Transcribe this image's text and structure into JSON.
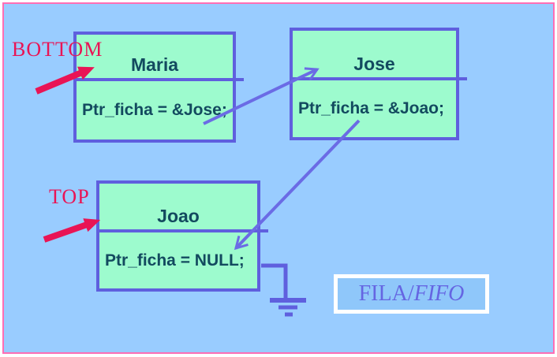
{
  "slide": {
    "labels": {
      "bottom": "BOTTOM",
      "top": "TOP"
    },
    "nodes": {
      "maria": {
        "title": "Maria",
        "pointer": "Ptr_ficha = &Jose;"
      },
      "jose": {
        "title": "Jose",
        "pointer": "Ptr_ficha = &Joao;"
      },
      "joao": {
        "title": "Joao",
        "pointer": "Ptr_ficha = NULL;"
      }
    },
    "caption": {
      "regular": "FILA/",
      "italic": "FIFO"
    },
    "colors": {
      "panel_background": "#99CCFF",
      "frame_pink": "#FF6EB4",
      "node_fill": "#9DFBCE",
      "node_border": "#5F5FDE",
      "node_text": "#134A5F",
      "accent_arrow": "#E91455",
      "connector": "#6B6BE5",
      "caption_text": "#6565E2",
      "caption_border": "#FFFFFF"
    }
  }
}
